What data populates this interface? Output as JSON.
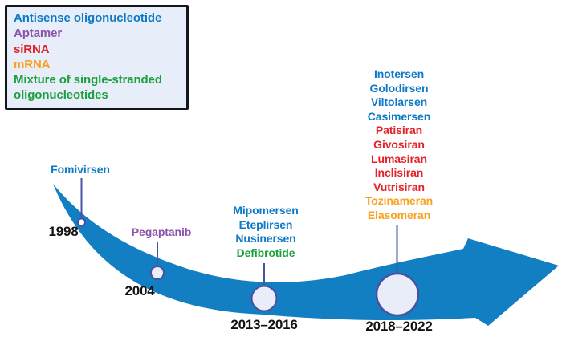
{
  "figure": {
    "background": "#ffffff"
  },
  "legend": {
    "items": [
      {
        "label": "Antisense oligonucleotide",
        "color": "#0e7ac6"
      },
      {
        "label": "Aptamer",
        "color": "#8b54a8"
      },
      {
        "label": "siRNA",
        "color": "#e12228"
      },
      {
        "label": "mRNA",
        "color": "#f9a11d"
      },
      {
        "label": "Mixture of single-stranded\noligonucleotides",
        "color": "#1ca03d"
      }
    ]
  },
  "timeline": {
    "arrow_color": "#127fc3",
    "node_fill": "#e9edfa",
    "node_small_fill": "#fdfdff",
    "node_border": "#4a4f9e",
    "connector_color": "#4456a6",
    "date_color": "#121212",
    "milestones": [
      {
        "date": "1998",
        "drugs": [
          {
            "name": "Fomivirsen",
            "color": "#0e7ac6"
          }
        ]
      },
      {
        "date": "2004",
        "drugs": [
          {
            "name": "Pegaptanib",
            "color": "#8b54a8"
          }
        ]
      },
      {
        "date": "2013–2016",
        "drugs": [
          {
            "name": "Mipomersen",
            "color": "#0e7ac6"
          },
          {
            "name": "Eteplirsen",
            "color": "#0e7ac6"
          },
          {
            "name": "Nusinersen",
            "color": "#0e7ac6"
          },
          {
            "name": "Defibrotide",
            "color": "#1ca03d"
          }
        ]
      },
      {
        "date": "2018–2022",
        "drugs": [
          {
            "name": "Inotersen",
            "color": "#0e7ac6"
          },
          {
            "name": "Golodirsen",
            "color": "#0e7ac6"
          },
          {
            "name": "Viltolarsen",
            "color": "#0e7ac6"
          },
          {
            "name": "Casimersen",
            "color": "#0e7ac6"
          },
          {
            "name": "Patisiran",
            "color": "#e12228"
          },
          {
            "name": "Givosiran",
            "color": "#e12228"
          },
          {
            "name": "Lumasiran",
            "color": "#e12228"
          },
          {
            "name": "Inclisiran",
            "color": "#e12228"
          },
          {
            "name": "Vutrisiran",
            "color": "#e12228"
          },
          {
            "name": "Tozinameran",
            "color": "#f9a11d"
          },
          {
            "name": "Elasomeran",
            "color": "#f9a11d"
          }
        ]
      }
    ]
  }
}
